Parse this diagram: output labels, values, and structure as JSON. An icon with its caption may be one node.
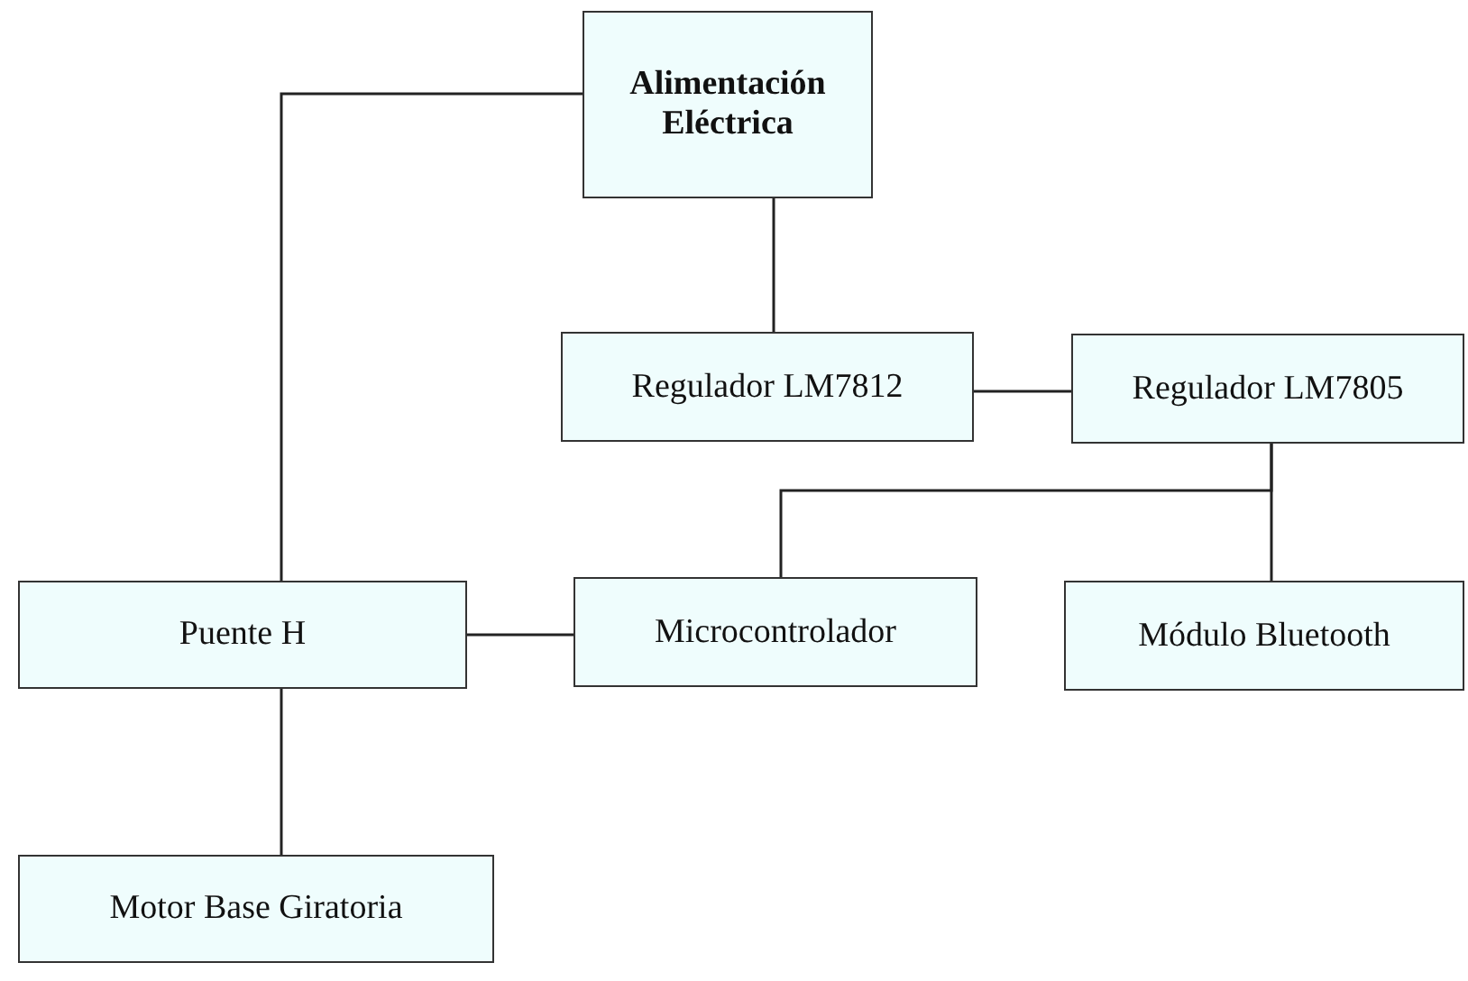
{
  "diagram": {
    "nodes": [
      {
        "text": [
          "Alimentación Eléctrica"
        ]
      },
      {
        "text": [
          "Regulador LM7812"
        ]
      },
      {
        "text": [
          "Regulador LM7805"
        ]
      },
      {
        "text": [
          "Puente H"
        ]
      },
      {
        "text": [
          "Microcontrolador"
        ]
      },
      {
        "text": [
          "Módulo Bluetooth"
        ]
      },
      {
        "text": [
          "Motor Base Giratoria"
        ]
      }
    ],
    "edges": [
      {
        "from": 0,
        "to": 3,
        "arrow": "none"
      },
      {
        "from": 0,
        "to": 1,
        "arrow": "none"
      },
      {
        "from": 1,
        "to": 2,
        "arrow": "none"
      },
      {
        "from": 2,
        "to": 4,
        "arrow": "none"
      },
      {
        "from": 2,
        "to": 5,
        "arrow": "none"
      },
      {
        "from": 3,
        "to": 4,
        "arrow": "none"
      },
      {
        "from": 3,
        "to": 6,
        "arrow": "none"
      }
    ]
  }
}
